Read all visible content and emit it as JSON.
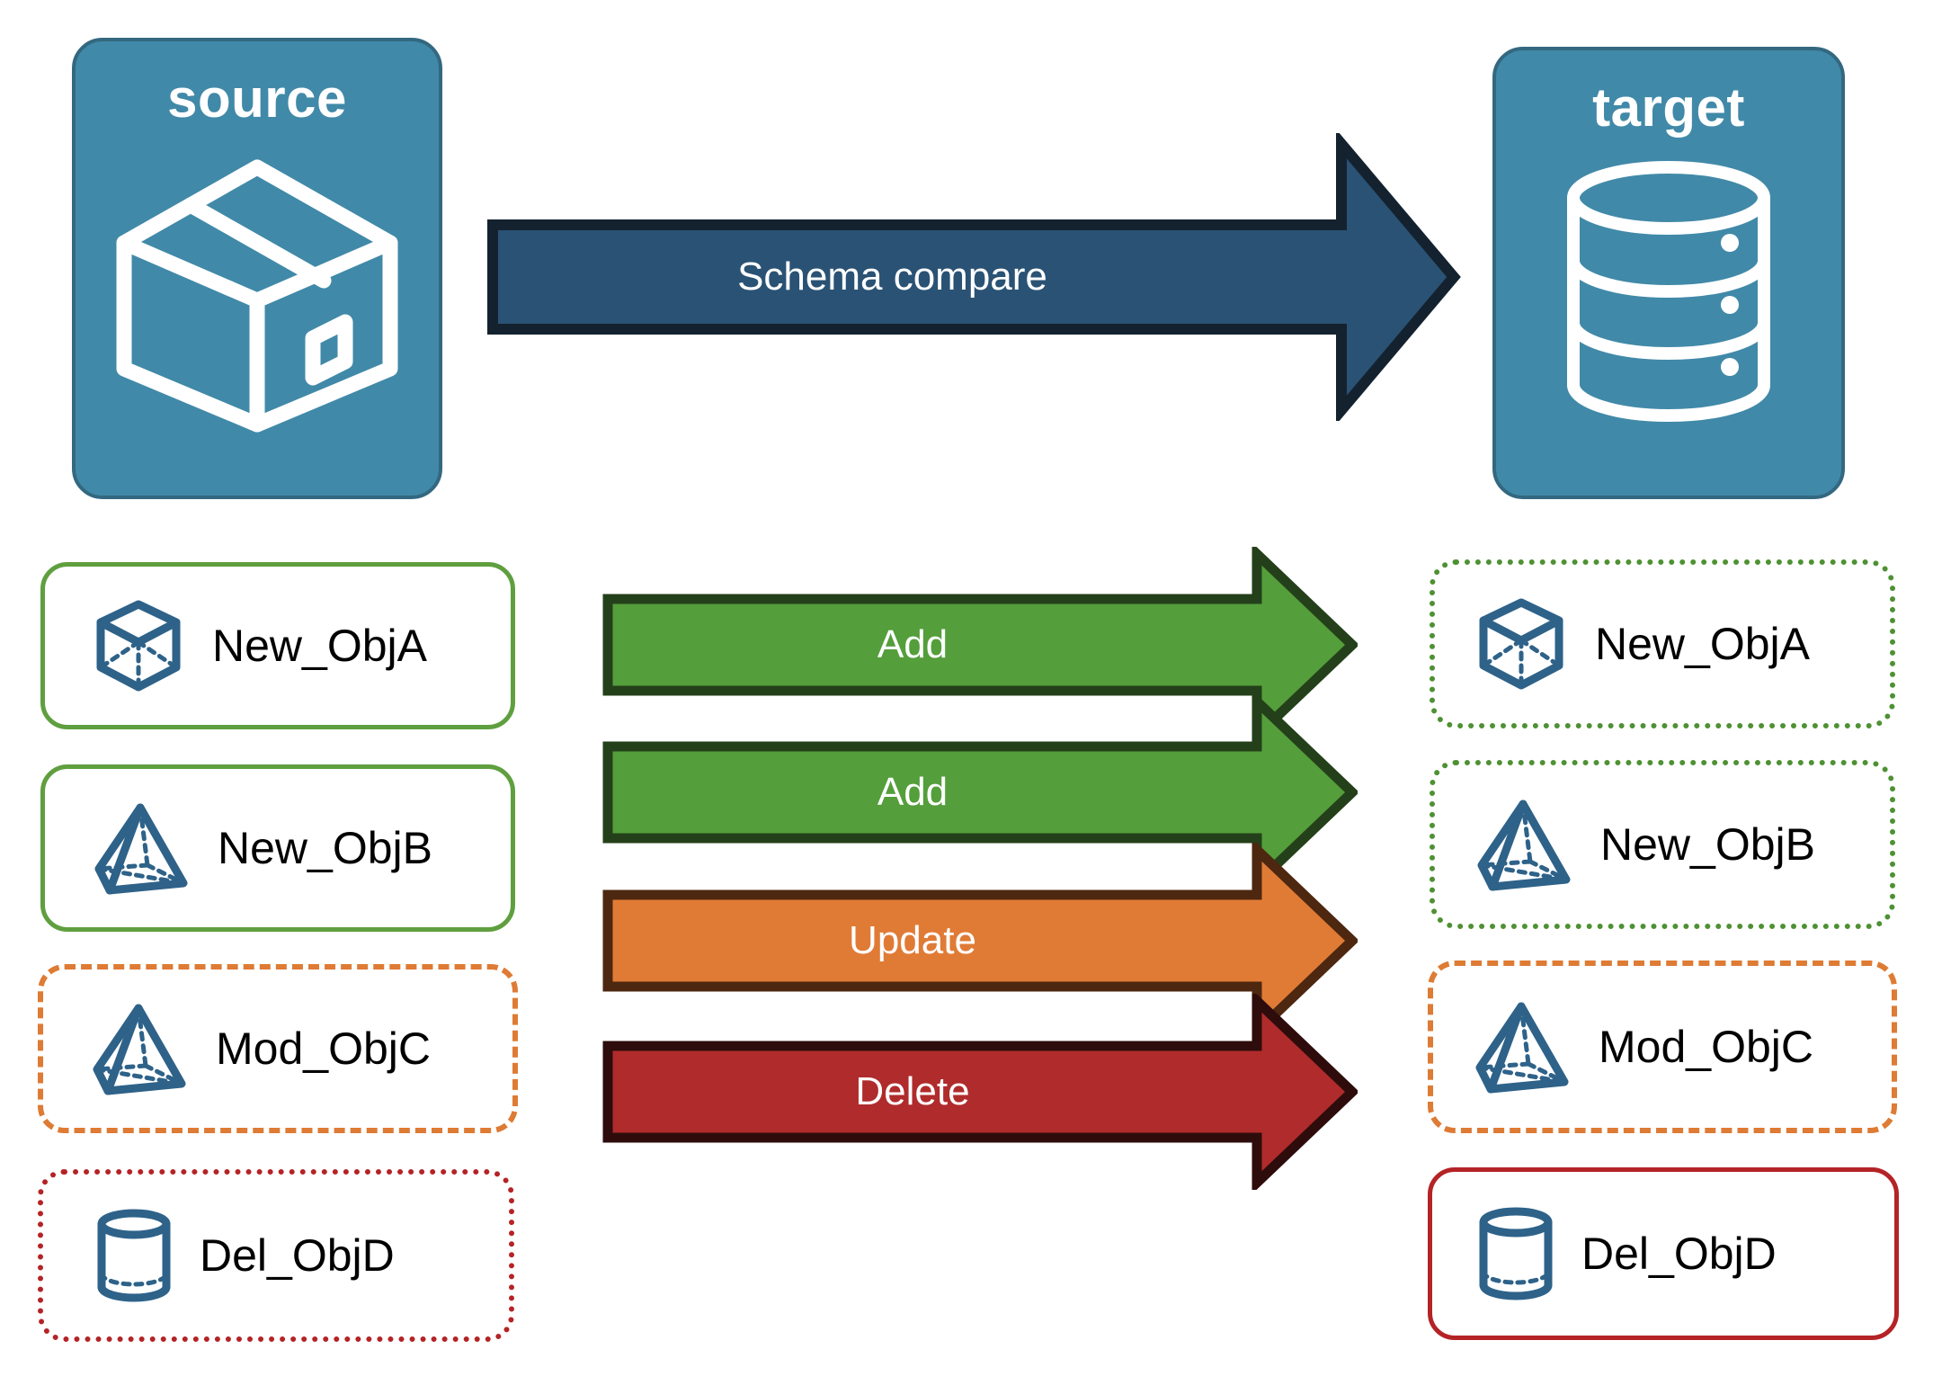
{
  "colors": {
    "endpoint_fill": "#4189a8",
    "endpoint_border": "#336880",
    "compare_arrow_fill": "#2a5274",
    "compare_arrow_border": "#14222f",
    "add_fill": "#549e3b",
    "add_border": "#24401a",
    "update_fill": "#e07b36",
    "update_border": "#4d2710",
    "delete_fill": "#b02b2b",
    "delete_border": "#2e0c0c",
    "object_icon": "#2e6289",
    "green_border": "#5f9f3f",
    "orange_border": "#de7b34",
    "red_border": "#b42326",
    "text_dark": "#000000",
    "text_light": "#ffffff"
  },
  "endpoints": {
    "source": {
      "title": "source",
      "icon": "package-box-icon"
    },
    "target": {
      "title": "target",
      "icon": "database-cylinder-icon"
    }
  },
  "compare": {
    "label": "Schema compare"
  },
  "rows": [
    {
      "action": "Add",
      "action_kind": "add",
      "source": {
        "label": "New_ObjA",
        "icon": "cube-icon",
        "border_style": "solid-green"
      },
      "target": {
        "label": "New_ObjA",
        "icon": "cube-icon",
        "border_style": "dotted-green"
      }
    },
    {
      "action": "Add",
      "action_kind": "add",
      "source": {
        "label": "New_ObjB",
        "icon": "pyramid-icon",
        "border_style": "solid-green"
      },
      "target": {
        "label": "New_ObjB",
        "icon": "pyramid-icon",
        "border_style": "dotted-green"
      }
    },
    {
      "action": "Update",
      "action_kind": "update",
      "source": {
        "label": "Mod_ObjC",
        "icon": "pyramid-icon",
        "border_style": "dashed-orange"
      },
      "target": {
        "label": "Mod_ObjC",
        "icon": "pyramid-icon",
        "border_style": "dashed-orange"
      }
    },
    {
      "action": "Delete",
      "action_kind": "delete",
      "source": {
        "label": "Del_ObjD",
        "icon": "cylinder-icon",
        "border_style": "dotted-red"
      },
      "target": {
        "label": "Del_ObjD",
        "icon": "cylinder-icon",
        "border_style": "solid-red"
      }
    }
  ]
}
